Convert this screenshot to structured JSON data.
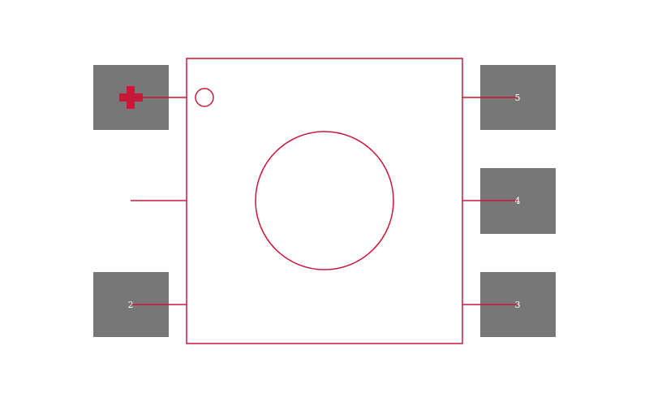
{
  "colors": {
    "background": "#ffffff",
    "pad": "#777777",
    "outline": "#c8193a",
    "pin1_marker": "#c8193a",
    "label": "#ffffff"
  },
  "pads": [
    {
      "id": "1",
      "label": ""
    },
    {
      "id": "2",
      "label": "2"
    },
    {
      "id": "3",
      "label": "3"
    },
    {
      "id": "4",
      "label": "4"
    },
    {
      "id": "5",
      "label": "5"
    }
  ],
  "pin1_marker_icon": "plus-cross-icon"
}
